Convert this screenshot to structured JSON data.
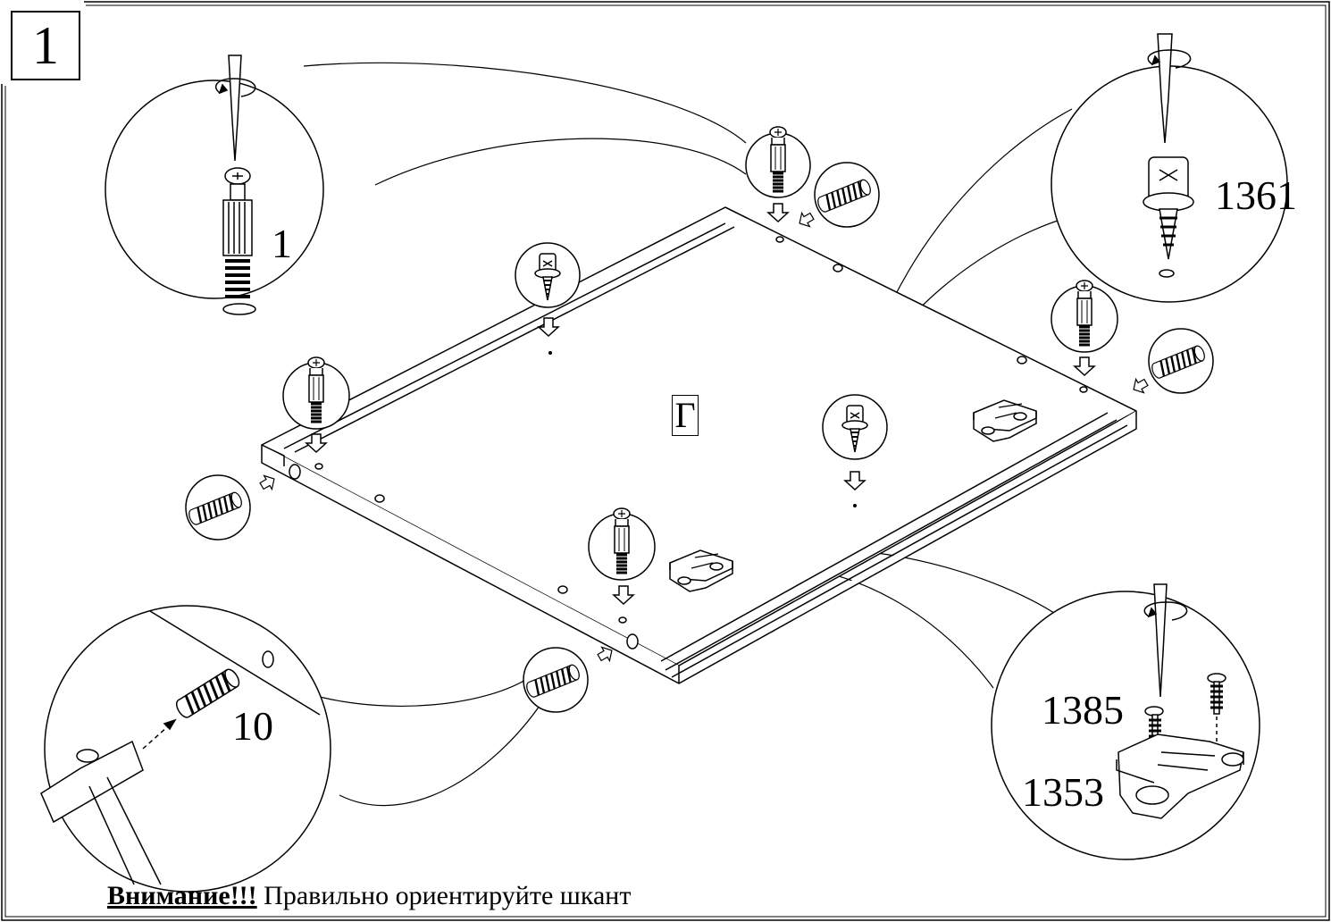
{
  "step_number": "1",
  "panel_label": "Г",
  "part_labels": {
    "cam_bolt": "1",
    "cam_screw": "1361",
    "dowel": "10",
    "hinge_screw": "1385",
    "hinge_plate": "1353"
  },
  "note": {
    "warning": "Внимание!!!",
    "text": " Правильно ориентируйте шкант"
  }
}
